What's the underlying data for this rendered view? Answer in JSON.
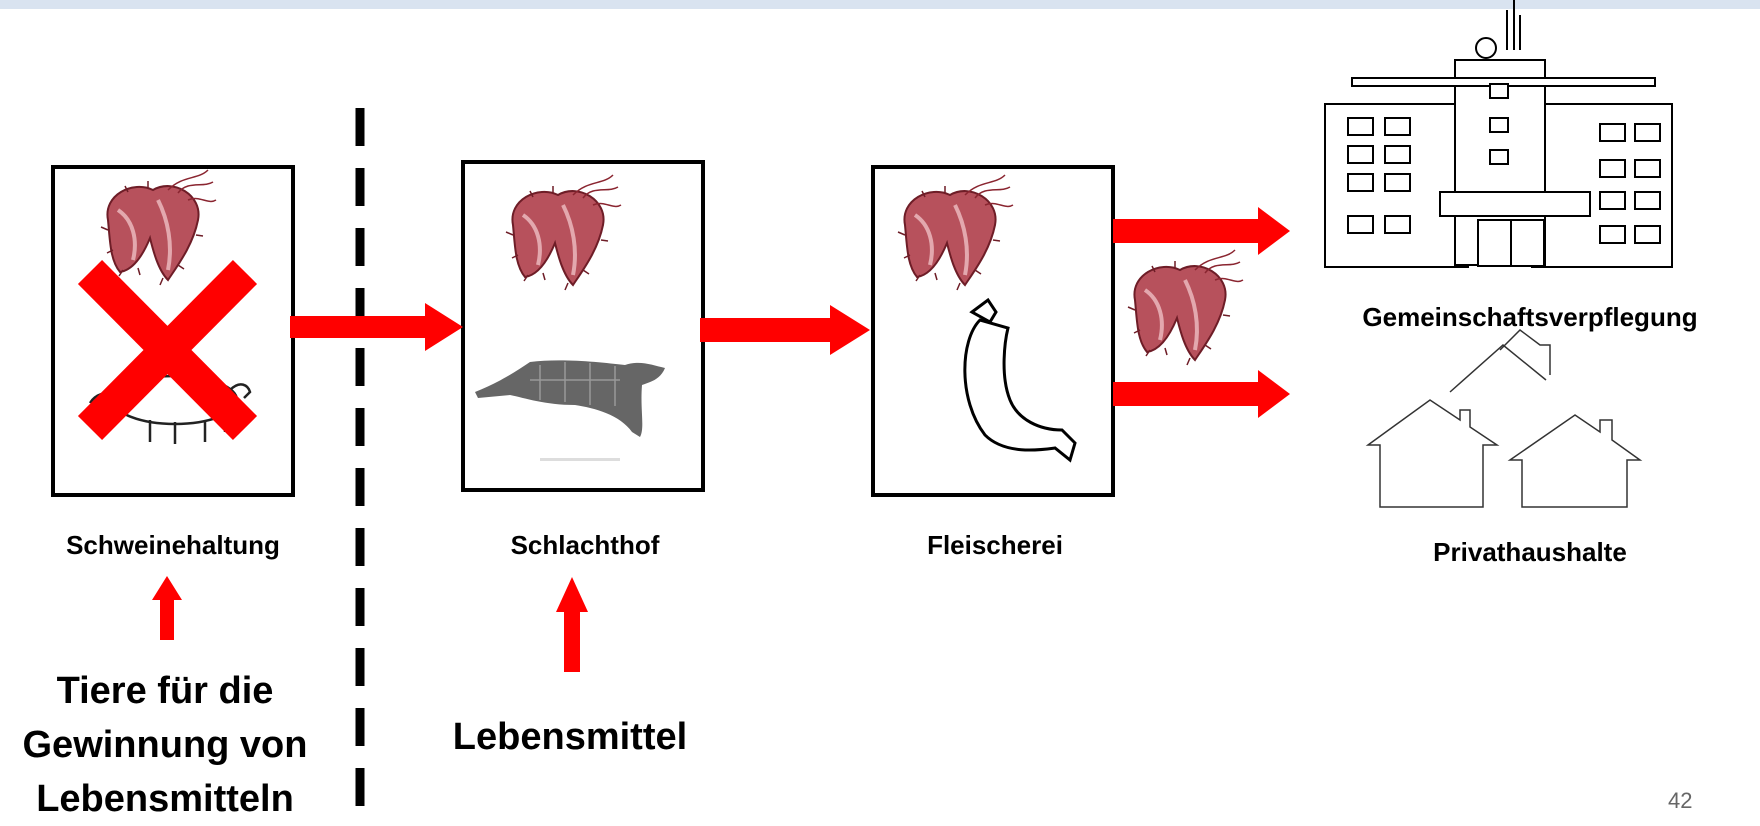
{
  "stages": [
    {
      "id": "pig-farming",
      "label": "Schweinehaltung"
    },
    {
      "id": "slaughterhouse",
      "label": "Schlachthof"
    },
    {
      "id": "butchery",
      "label": "Fleischerei"
    }
  ],
  "destinations": {
    "communal_catering": "Gemeinschaftsverpflegung",
    "private_households": "Privathaushalte"
  },
  "notes": {
    "animals_line1": "Tiere für die",
    "animals_line2": "Gewinnung von",
    "animals_line3": "Lebensmitteln",
    "food": "Lebensmittel"
  },
  "page_number": "42",
  "colors": {
    "arrow": "#ff0000",
    "cross": "#ff0000",
    "bacteria": "#b7515c",
    "box_border": "#000000"
  },
  "icons": [
    "bacteria-icon",
    "pig-icon",
    "pig-carcass-icon",
    "sausage-icon",
    "building-icon",
    "house-icon"
  ]
}
